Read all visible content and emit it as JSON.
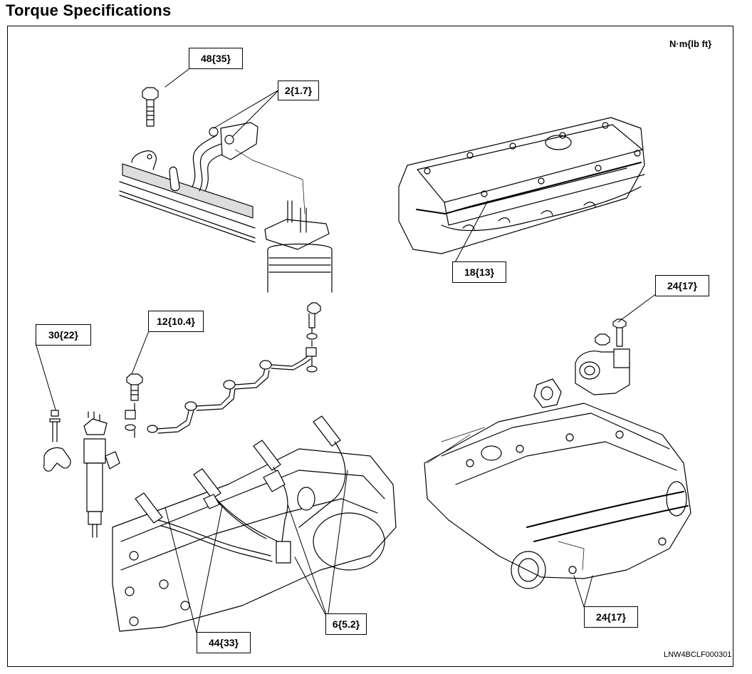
{
  "title": "Torque Specifications",
  "units_label": "N·m{lb ft}",
  "figure_ref": "LNW4BCLF000301",
  "callouts": [
    {
      "id": "c1",
      "text": "48{35}",
      "target": "glow-plug-harness-bolt"
    },
    {
      "id": "c2",
      "text": "2{1.7}",
      "target": "glow-plug-terminal-nuts"
    },
    {
      "id": "c3",
      "text": "18{13}",
      "target": "cylinder-head-cover-bolts"
    },
    {
      "id": "c4",
      "text": "24{17}",
      "target": "egr-valve-bolt"
    },
    {
      "id": "c5",
      "text": "12{10.4}",
      "target": "leak-off-pipe-eye-bolt"
    },
    {
      "id": "c6",
      "text": "30{22}",
      "target": "injector-clamp-bolt"
    },
    {
      "id": "c7",
      "text": "44{33}",
      "target": "fuel-injection-pipe-nuts-injector-side"
    },
    {
      "id": "c8",
      "text": "6{5.2}",
      "target": "fuel-injection-pipe-clamp-bolts"
    },
    {
      "id": "c9",
      "text": "24{17}",
      "target": "egr-cooler-bolts"
    }
  ],
  "components": [
    "glow-plug-harness",
    "glow-plug",
    "cylinder-head-cover",
    "leak-off-pipe",
    "fuel-injector",
    "injector-clamp",
    "fuel-injection-pipes",
    "egr-valve",
    "egr-gasket",
    "intake-manifold-egr-cooler"
  ]
}
